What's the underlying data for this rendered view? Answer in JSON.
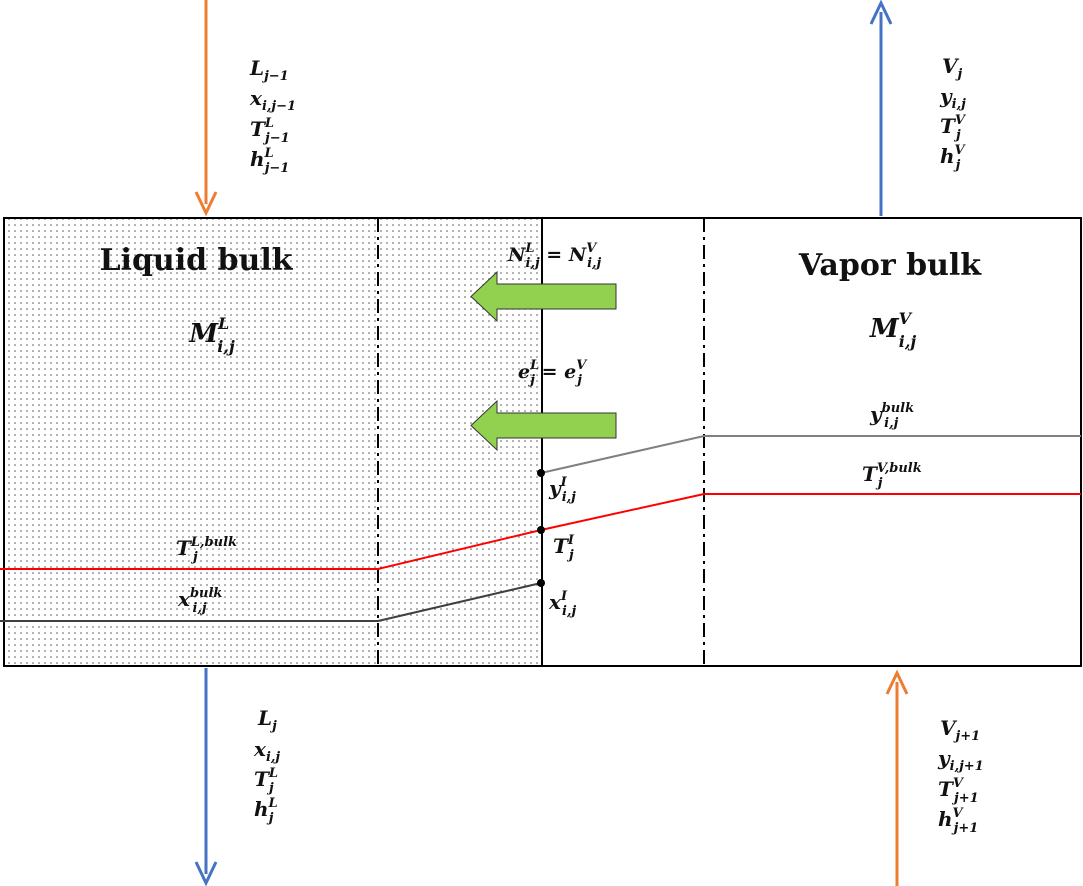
{
  "colors": {
    "feed_arrow": "#ED7D31",
    "product_arrow": "#4472C4",
    "temperature_line": "#FF0000",
    "vapor_composition_line": "#808080",
    "liquid_composition_line": "#404040",
    "flux_arrow_fill": "#92D050",
    "liquid_fill_dots": "#555555"
  },
  "regions": {
    "liquid_title": "Liquid bulk",
    "vapor_title": "Vapor bulk"
  },
  "holdup": {
    "liquid": {
      "base": "M",
      "sup": "L",
      "sub": "i,j"
    },
    "vapor": {
      "base": "M",
      "sup": "V",
      "sub": "i,j"
    }
  },
  "interface_fluxes": {
    "molar": {
      "lhs_base": "N",
      "lhs_sup": "L",
      "lhs_sub": "i,j",
      "eq": " = ",
      "rhs_base": "N",
      "rhs_sup": "V",
      "rhs_sub": "i,j"
    },
    "energy": {
      "lhs_base": "e",
      "lhs_sup": "L",
      "lhs_sub": "j",
      "eq": " = ",
      "rhs_base": "e",
      "rhs_sup": "V",
      "rhs_sub": "j"
    }
  },
  "streams": {
    "liquid_in": [
      {
        "base": "L",
        "sup": "",
        "sub": "j−1"
      },
      {
        "base": "x",
        "sup": "",
        "sub": "i,j−1"
      },
      {
        "base": "T",
        "sup": "L",
        "sub": "j−1"
      },
      {
        "base": "h",
        "sup": "L",
        "sub": "j−1"
      }
    ],
    "vapor_out": [
      {
        "base": "V",
        "sup": "",
        "sub": "j"
      },
      {
        "base": "y",
        "sup": "",
        "sub": "i,j"
      },
      {
        "base": "T",
        "sup": "V",
        "sub": "j"
      },
      {
        "base": "h",
        "sup": "V",
        "sub": "j"
      }
    ],
    "liquid_out": [
      {
        "base": "L",
        "sup": "",
        "sub": "j"
      },
      {
        "base": "x",
        "sup": "",
        "sub": "i,j"
      },
      {
        "base": "T",
        "sup": "L",
        "sub": "j"
      },
      {
        "base": "h",
        "sup": "L",
        "sub": "j"
      }
    ],
    "vapor_in": [
      {
        "base": "V",
        "sup": "",
        "sub": "j+1"
      },
      {
        "base": "y",
        "sup": "",
        "sub": "i,j+1"
      },
      {
        "base": "T",
        "sup": "V",
        "sub": "j+1"
      },
      {
        "base": "h",
        "sup": "V",
        "sub": "j+1"
      }
    ]
  },
  "profile_labels": {
    "y_bulk": {
      "base": "y",
      "sup": "bulk",
      "sub": "i,j"
    },
    "T_vapor_bulk": {
      "base": "T",
      "sup": "V,bulk",
      "sub": "j"
    },
    "y_interface": {
      "base": "y",
      "sup": "I",
      "sub": "i,j"
    },
    "T_interface": {
      "base": "T",
      "sup": "I",
      "sub": "j"
    },
    "x_interface": {
      "base": "x",
      "sup": "I",
      "sub": "i,j"
    },
    "T_liquid_bulk": {
      "base": "T",
      "sup": "L,bulk",
      "sub": "j"
    },
    "x_bulk": {
      "base": "x",
      "sup": "bulk",
      "sub": "i,j"
    }
  }
}
